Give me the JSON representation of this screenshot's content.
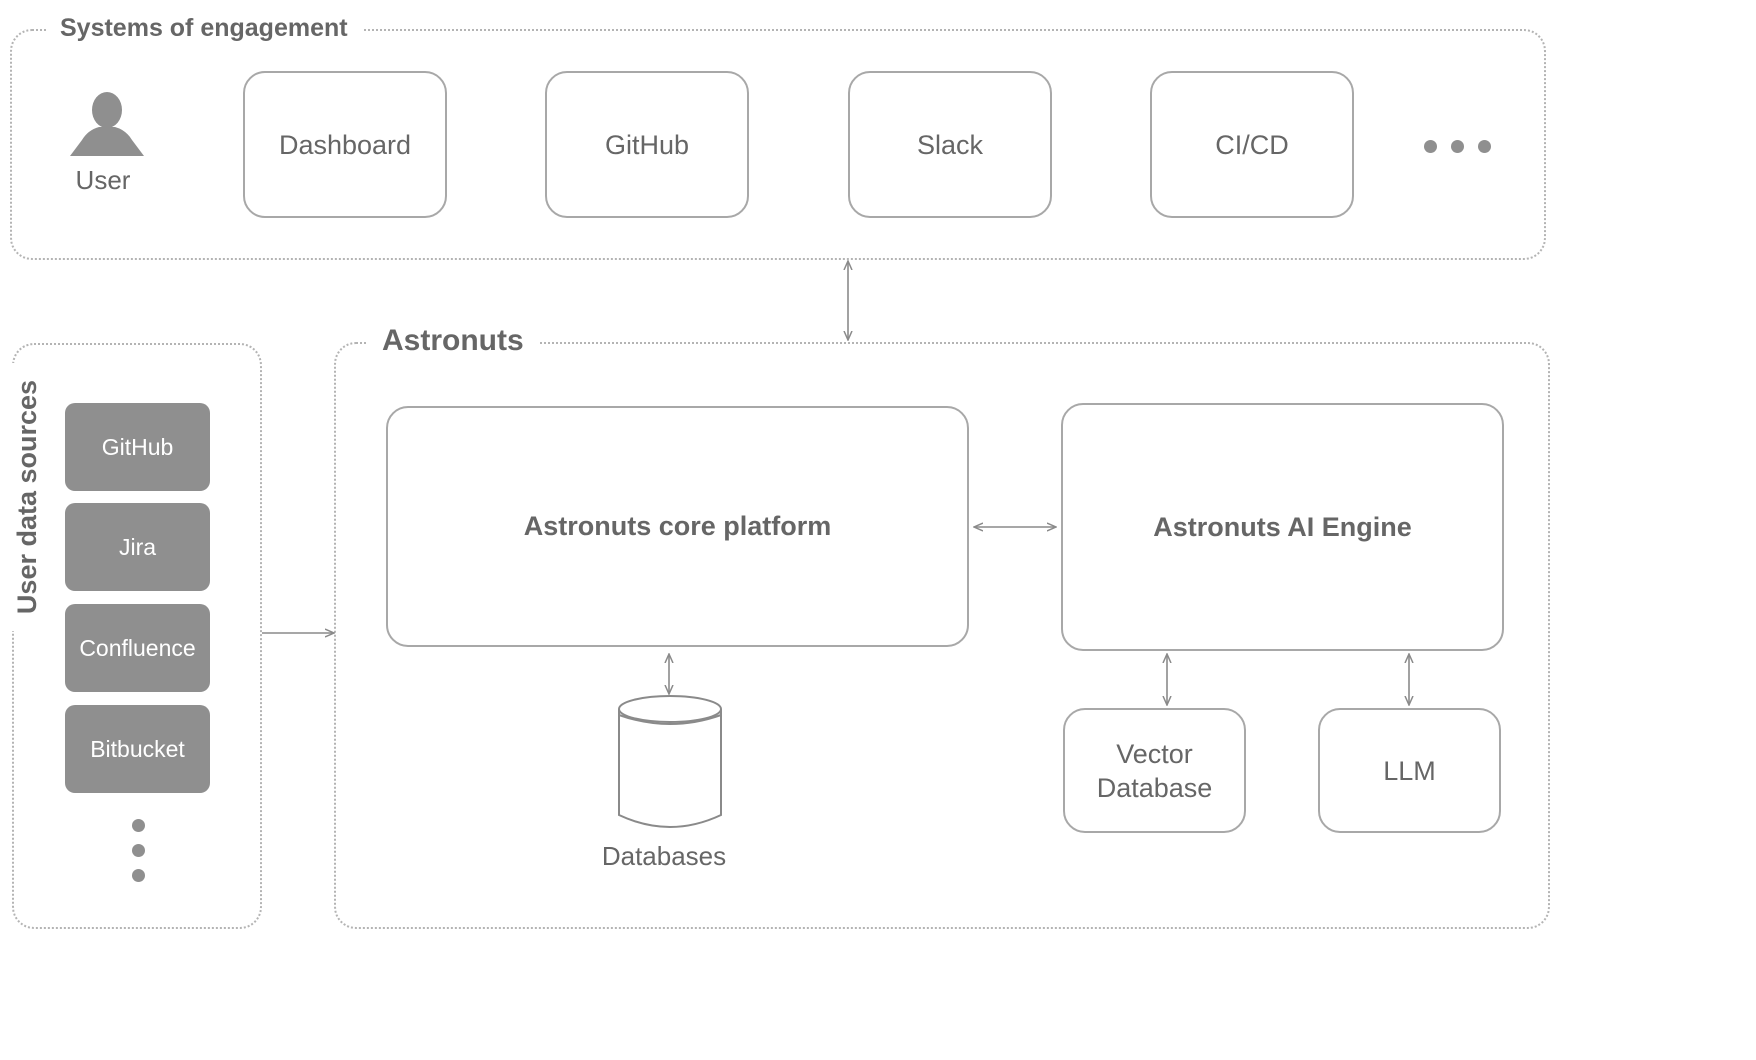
{
  "engagement": {
    "title": "Systems of engagement",
    "user_label": "User",
    "systems": [
      "Dashboard",
      "GitHub",
      "Slack",
      "CI/CD"
    ],
    "more_icon": "ellipsis-icon"
  },
  "astronuts": {
    "title": "Astronuts",
    "core_platform": "Astronuts core platform",
    "ai_engine": "Astronuts AI Engine",
    "databases": "Databases",
    "vector_db_line1": "Vector",
    "vector_db_line2": "Database",
    "llm": "LLM"
  },
  "data_sources": {
    "title": "User data sources",
    "items": [
      "GitHub",
      "Jira",
      "Confluence",
      "Bitbucket"
    ],
    "more_icon": "vertical-ellipsis-icon"
  },
  "colors": {
    "border": "#a8a8a8",
    "text": "#666666",
    "source_fill": "#8f8f8f",
    "arrow": "#8a8a8a"
  }
}
